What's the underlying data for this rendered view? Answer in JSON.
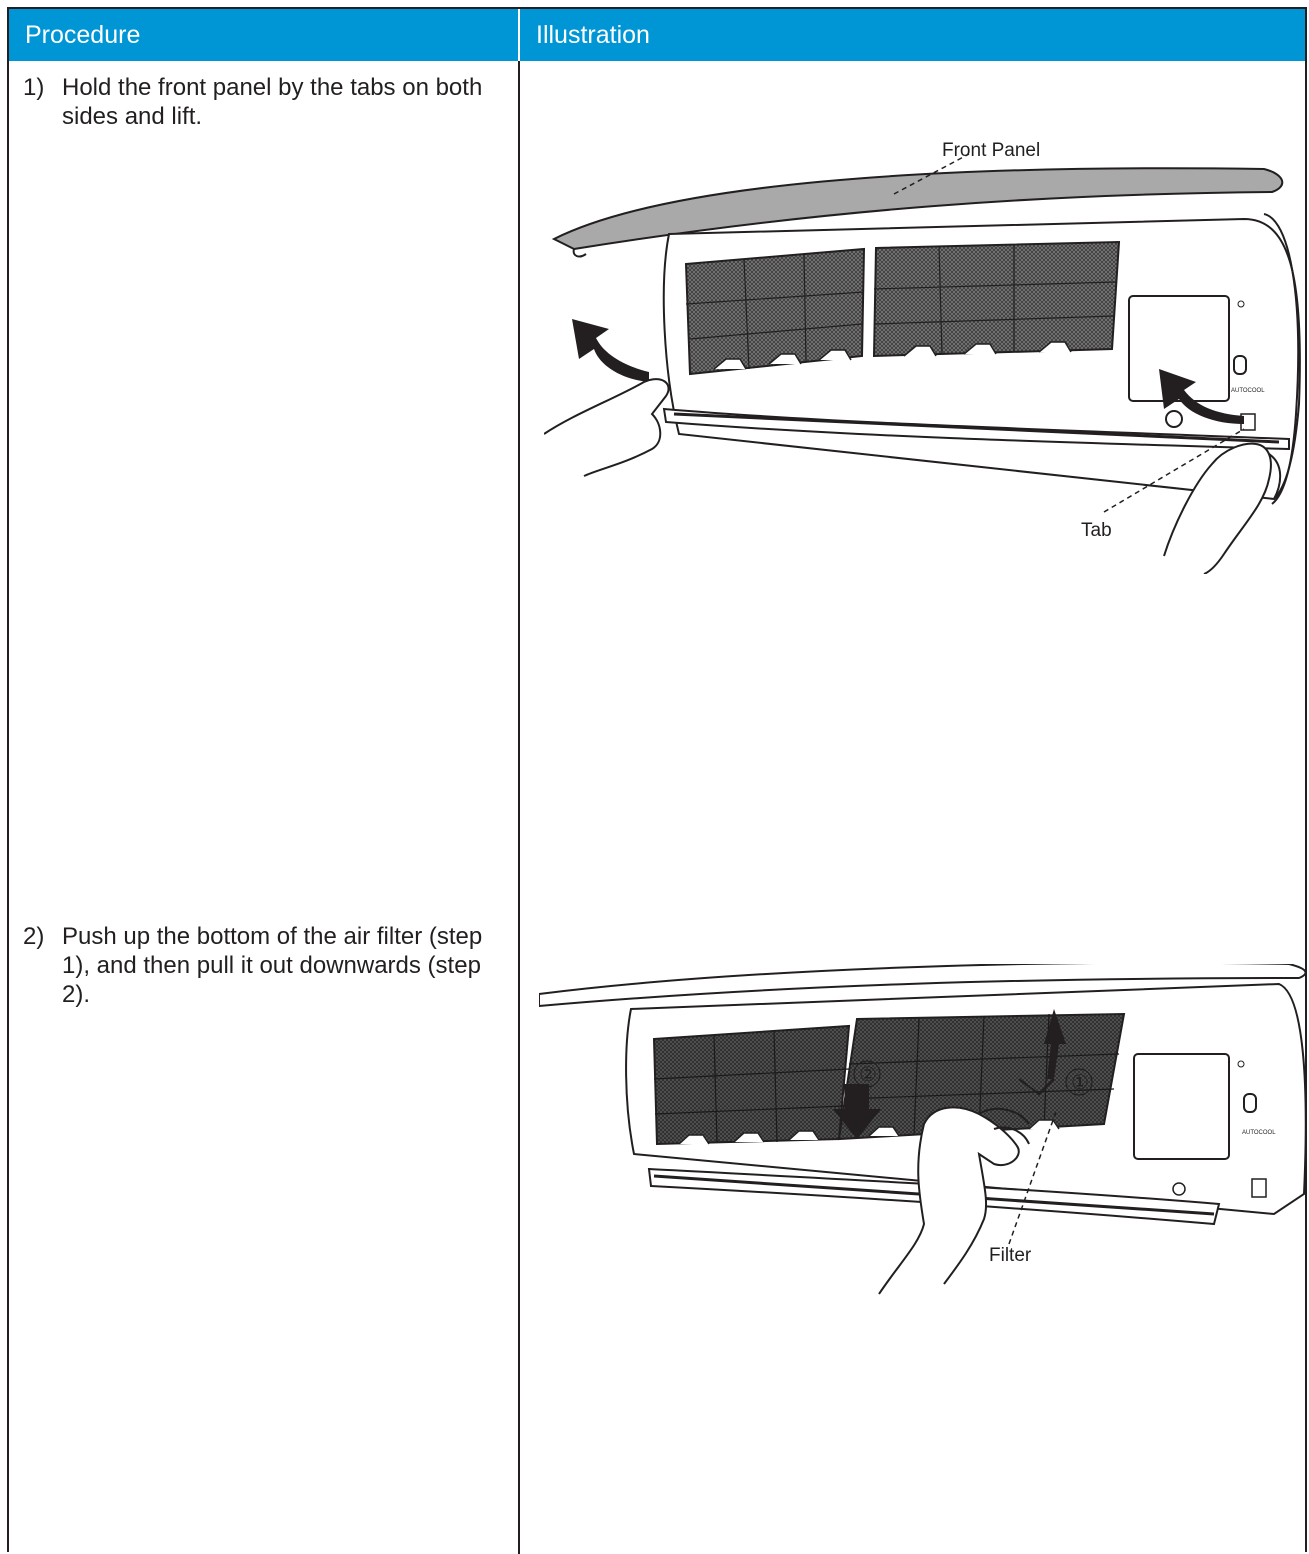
{
  "header": {
    "procedure": "Procedure",
    "illustration": "Illustration"
  },
  "steps": [
    {
      "number": "1)",
      "text": "Hold the front panel by the tabs on both sides and lift.",
      "labels": {
        "front_panel": "Front Panel",
        "tab": "Tab",
        "unit_text": "AUTOCOOL"
      }
    },
    {
      "number": "2)",
      "text": "Push up the bottom of the air filter (step 1), and then pull it out downwards  (step 2).",
      "labels": {
        "filter": "Filter",
        "step_one_marker": "①",
        "step_two_marker": "②",
        "unit_text": "AUTOCOOL"
      }
    }
  ],
  "colors": {
    "header_bg": "#0096d6",
    "header_text": "#ffffff",
    "line": "#231f20",
    "filter_mesh": "#555555"
  }
}
